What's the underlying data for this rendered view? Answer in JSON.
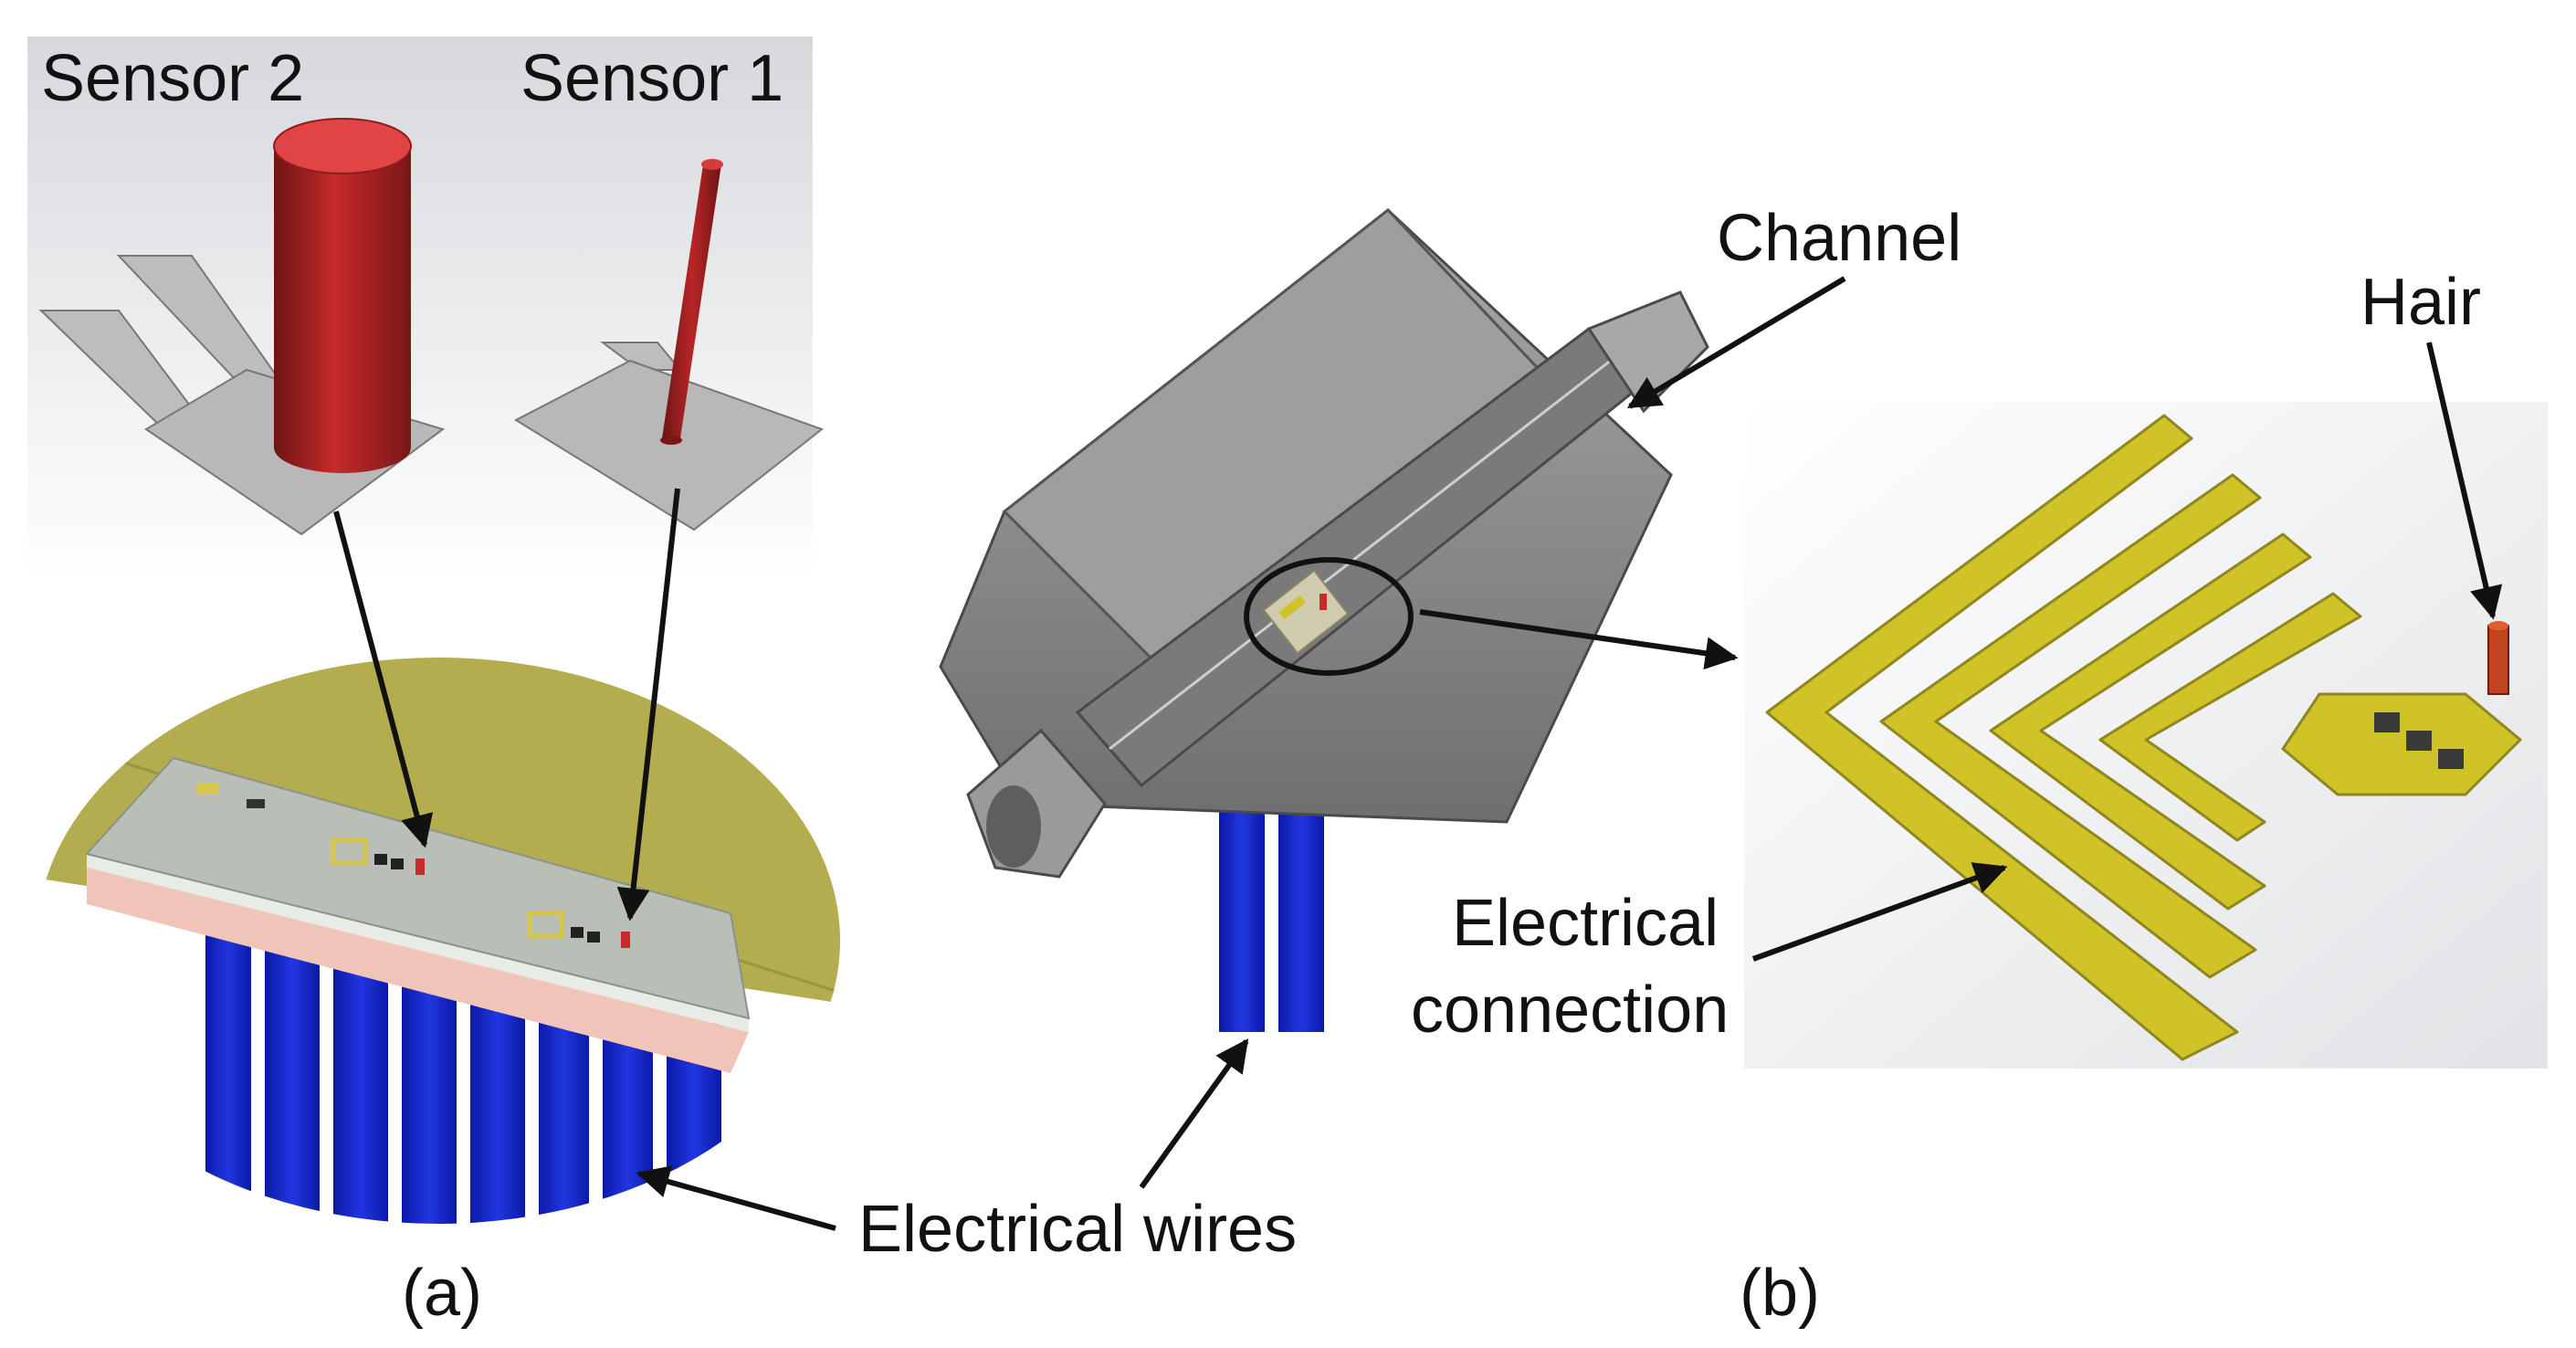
{
  "labels": {
    "sensor2": "Sensor 2",
    "sensor1": "Sensor 1",
    "channel": "Channel",
    "hair": "Hair",
    "electrical_connection_line1": "Electrical",
    "electrical_connection_line2": "connection",
    "electrical_wires": "Electrical wires",
    "panel_a": "(a)",
    "panel_b": "(b)"
  },
  "colors": {
    "hair_red": "#c62a2a",
    "hair_dark_red": "#8e1c1c",
    "substrate_grey": "#b9b9b9",
    "housing_grey": "#8f8f8f",
    "wire_blue": "#1426c8",
    "gold": "#cfc328",
    "background_olive": "#b4ad50",
    "arrow": "#111111"
  }
}
